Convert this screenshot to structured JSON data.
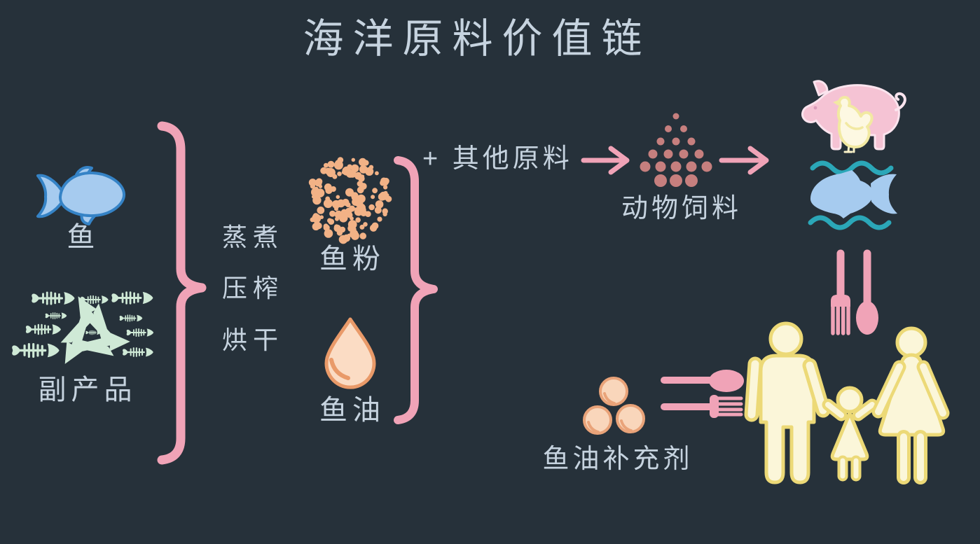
{
  "title": "海洋原料价值链",
  "left_column": {
    "fish_label": "鱼",
    "byproducts_label": "副产品"
  },
  "process": {
    "steps": [
      "蒸煮",
      "压榨",
      "烘干"
    ]
  },
  "products": {
    "fishmeal_label": "鱼粉",
    "fishoil_label": "鱼油"
  },
  "feed_branch": {
    "other_ingredients_label": "+ 其他原料",
    "animal_feed_label": "动物饲料"
  },
  "supplement_branch": {
    "supplements_label": "鱼油补充剂"
  },
  "icons": {
    "fish": "fish-silhouette",
    "byproducts": "fish-skeletons-with-recycle-symbol",
    "fishmeal": "orange-dot-cluster",
    "fishoil": "oil-droplet",
    "animal_feed": "pellet-pyramid",
    "livestock": "pig-with-chicken",
    "aquaculture": "fish-between-waves",
    "cutlery": "fork-and-spoon",
    "supplements": "three-capsules-with-cutlery",
    "consumers": "family-man-child-woman"
  },
  "colors": {
    "background": "#26313a",
    "text": "#c6d3df",
    "pink": "#f0a3b7",
    "blue": "#a6cbef",
    "blue_dark": "#3583c6",
    "mint": "#cfe9d6",
    "fishmeal": "#f2b286",
    "pellet": "#c67f7e",
    "drop": "#fbdcc4",
    "drop_dark": "#e99a69",
    "pig": "#f5c3d4",
    "pig_light": "#fbe4ee",
    "chicken": "#fdf8e2",
    "chicken_dark": "#f2e9a2",
    "teal": "#2ba7b8",
    "family": "#fbf6d9",
    "family_dark": "#ecd977",
    "capsule": "#f9d6bb",
    "capsule_dark": "#e9a379"
  }
}
